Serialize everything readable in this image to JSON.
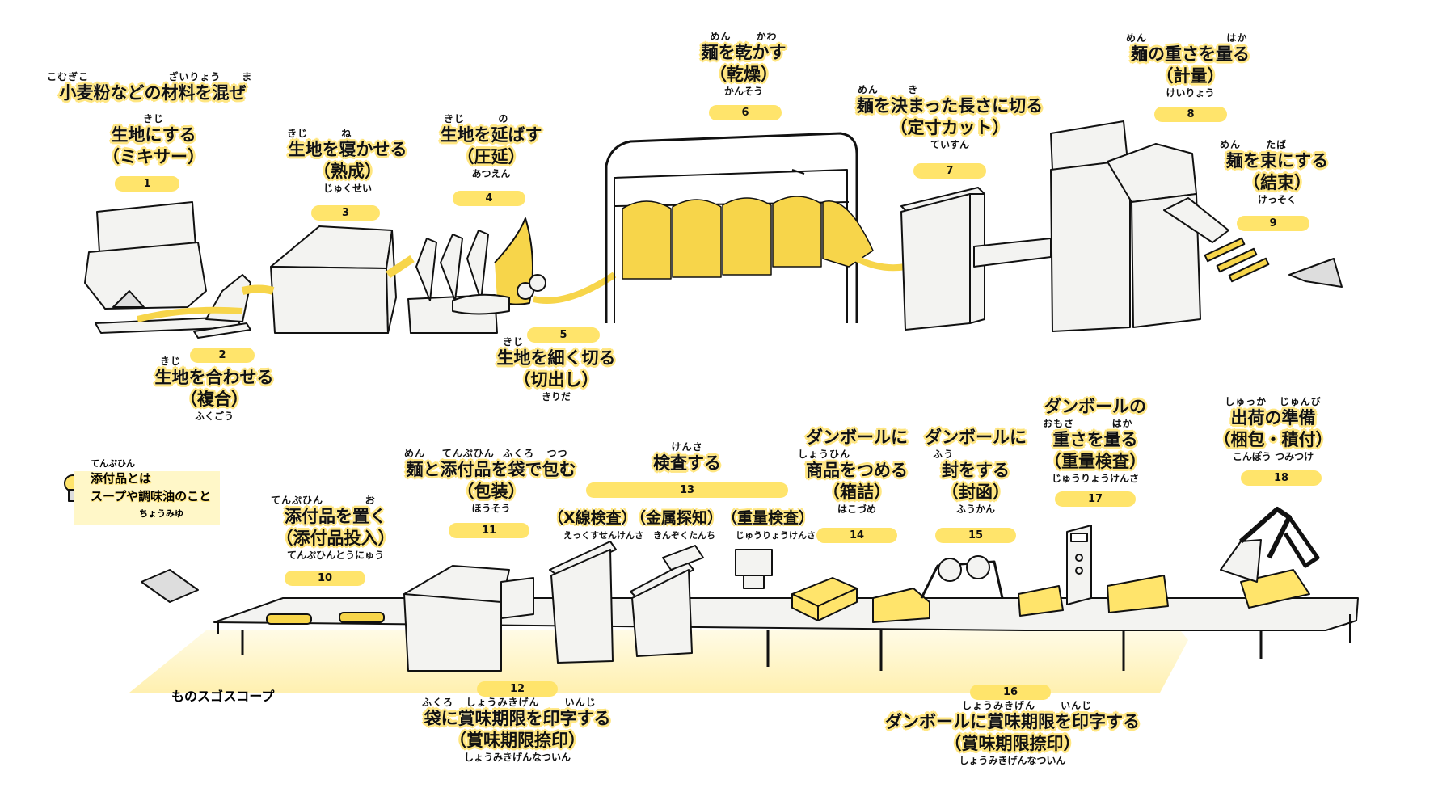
{
  "steps": [
    {
      "id": "step-1",
      "ruby1": "こむぎこ                   ざいりょう     ま",
      "title1": "小麦粉などの材料を混ぜ",
      "ruby2": "きじ",
      "title2": "生地にする",
      "sub": "（ミキサー）",
      "num": "1",
      "reading": ""
    },
    {
      "id": "step-2",
      "ruby1": "きじ",
      "title1": "生地を合わせる",
      "sub": "（複合）",
      "reading": "ふくごう",
      "num": "2"
    },
    {
      "id": "step-3",
      "ruby1": "きじ        ね",
      "title1": "生地を寝かせる",
      "sub": "（熟成）",
      "reading": "じゅくせい",
      "num": "3"
    },
    {
      "id": "step-4",
      "ruby1": "きじ        の",
      "title1": "生地を延ばす",
      "sub": "（圧延）",
      "reading": "あつえん",
      "num": "4"
    },
    {
      "id": "step-5",
      "ruby1": "きじ",
      "title1": "生地を細く切る",
      "sub": "（切出し）",
      "reading": "きりだ",
      "num": "5"
    },
    {
      "id": "step-6",
      "ruby1": "めん      かわ",
      "title1": "麺を乾かす",
      "sub": "（乾燥）",
      "reading": "かんそう",
      "num": "6"
    },
    {
      "id": "step-7",
      "ruby1": "めん       き",
      "title1": "麺を決まった長さに切る",
      "sub": "（定寸カット）",
      "reading": "ていすん",
      "num": "7"
    },
    {
      "id": "step-8",
      "ruby1": "めん                   はか",
      "title1": "麺の重さを量る",
      "sub": "（計量）",
      "reading": "けいりょう",
      "num": "8"
    },
    {
      "id": "step-9",
      "ruby1": "めん      たば",
      "title1": "麺を束にする",
      "sub": "（結束）",
      "reading": "けっそく",
      "num": "9"
    },
    {
      "id": "step-10",
      "ruby1": "てんぷひん          お",
      "title1": "添付品を置く",
      "sub": "（添付品投入）",
      "reading": "てんぷひんとうにゅう",
      "num": "10"
    },
    {
      "id": "step-11",
      "ruby1": "めん    てんぷひん  ふくろ   つつ",
      "title1": "麺と添付品を袋で包む",
      "sub": "（包装）",
      "reading": "ほうそう",
      "num": "11"
    },
    {
      "id": "step-12",
      "ruby1": "ふくろ   しょうみきげん      いんじ",
      "title1": "袋に賞味期限を印字する",
      "sub": "（賞味期限捺印）",
      "reading": "しょうみきげんなついん",
      "num": "12"
    },
    {
      "id": "step-13",
      "ruby1": "けんさ",
      "title1": "検査する",
      "sub": "",
      "reading": "",
      "num": "13"
    },
    {
      "id": "step-14",
      "ruby1": "",
      "title0": "ダンボールに",
      "ruby2": "しょうひん",
      "title1": "商品をつめる",
      "sub": "（箱詰）",
      "reading": "はこづめ",
      "num": "14"
    },
    {
      "id": "step-15",
      "ruby1": "",
      "title0": "ダンボールに",
      "ruby2": "ふう",
      "title1": "封をする",
      "sub": "（封函）",
      "reading": "ふうかん",
      "num": "15"
    },
    {
      "id": "step-16",
      "ruby1": "しょうみきげん      いんじ",
      "title1": "ダンボールに賞味期限を印字する",
      "sub": "（賞味期限捺印）",
      "reading": "しょうみきげんなついん",
      "num": "16"
    },
    {
      "id": "step-17",
      "title0": "ダンボールの",
      "ruby2": "おもさ         はか",
      "title1": "重さを量る",
      "sub": "（重量検査）",
      "reading": "じゅうりょうけんさ",
      "num": "17"
    },
    {
      "id": "step-18",
      "ruby1": "しゅっか   じゅんび",
      "title1": "出荷の準備",
      "sub": "（梱包・積付）",
      "reading": "こんぽう  つみつけ",
      "num": "18"
    }
  ],
  "inspections": [
    {
      "label": "（X線検査）",
      "reading": "えっくすせんけんさ"
    },
    {
      "label": "（金属探知）",
      "reading": "きんぞくたんち"
    },
    {
      "label": "（重量検査）",
      "reading": "じゅうりょうけんさ"
    }
  ],
  "note": {
    "ruby": "てんぷひん",
    "line1": "添付品とは",
    "line2": "スープや調味油のこと",
    "ruby2": "ちょうみゆ"
  },
  "brand": "ものスゴスコープ",
  "colors": {
    "accent": "#FFE46B",
    "floor": "#FFF5C2",
    "line": "#111111",
    "machine": "#F3F3F1",
    "noodle": "#F7D54A"
  }
}
